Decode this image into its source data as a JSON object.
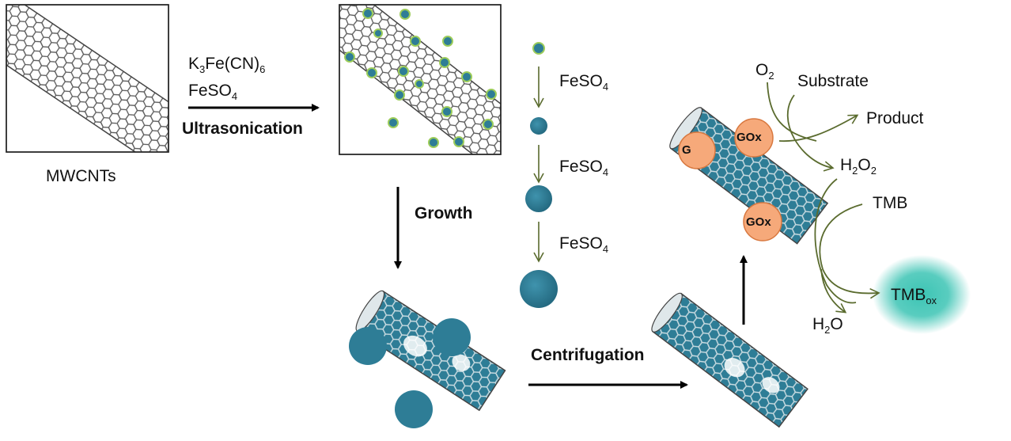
{
  "labels": {
    "mwcnts": "MWCNTs",
    "reagent1_main": "K",
    "reagent1_sub1": "3",
    "reagent1_mid": "Fe(CN)",
    "reagent1_sub2": "6",
    "reagent2_main": "FeSO",
    "reagent2_sub": "4",
    "ultrasonication": "Ultrasonication",
    "growth": "Growth",
    "centrifugation": "Centrifugation",
    "feso4_main": "FeSO",
    "feso4_sub": "4",
    "o2_main": "O",
    "o2_sub": "2",
    "substrate": "Substrate",
    "product": "Product",
    "h2o2_a": "H",
    "h2o2_s1": "2",
    "h2o2_b": "O",
    "h2o2_s2": "2",
    "tmb": "TMB",
    "tmbox_main": "TMB",
    "tmbox_sub": "ox",
    "h2o_a": "H",
    "h2o_s": "2",
    "h2o_b": "O",
    "gox": "GOx",
    "gox_partial": "G"
  },
  "colors": {
    "particle": "#2e7d96",
    "particle_rim": "#9ccc5a",
    "gox_fill": "#f6a97a",
    "gox_stroke": "#d8783f",
    "olive_arrow": "#5a6b2e",
    "tmbox_glow": "#3cc4b4"
  }
}
